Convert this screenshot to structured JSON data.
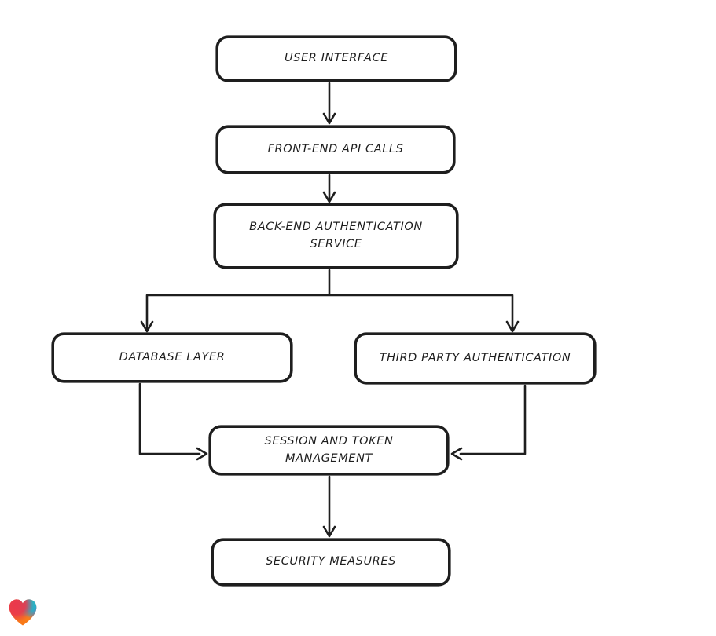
{
  "diagram": {
    "title": "Authentication architecture flowchart",
    "background_color": "#ffffff",
    "stroke_color": "#1e1e1e",
    "node_fill_color": "#ffffff",
    "nodes": [
      {
        "id": "user-interface",
        "label": "USER INTERFACE"
      },
      {
        "id": "front-end-api-calls",
        "label": "FRONT-END API CALLS"
      },
      {
        "id": "back-end-authentication-service",
        "label": "BACK-END AUTHENTICATION SERVICE"
      },
      {
        "id": "database-layer",
        "label": "DATABASE LAYER"
      },
      {
        "id": "third-party-authentication",
        "label": "THIRD PARTY AUTHENTICATION"
      },
      {
        "id": "session-and-token-management",
        "label": "SESSION AND TOKEN MANAGEMENT"
      },
      {
        "id": "security-measures",
        "label": "SECURITY MEASURES"
      }
    ],
    "edges": [
      {
        "from": "user-interface",
        "to": "front-end-api-calls",
        "arrow": "down"
      },
      {
        "from": "front-end-api-calls",
        "to": "back-end-authentication-service",
        "arrow": "down"
      },
      {
        "from": "back-end-authentication-service",
        "to": "database-layer",
        "arrow": "down"
      },
      {
        "from": "back-end-authentication-service",
        "to": "third-party-authentication",
        "arrow": "down"
      },
      {
        "from": "database-layer",
        "to": "session-and-token-management",
        "arrow": "right"
      },
      {
        "from": "third-party-authentication",
        "to": "session-and-token-management",
        "arrow": "left"
      },
      {
        "from": "session-and-token-management",
        "to": "security-measures",
        "arrow": "down"
      }
    ]
  },
  "watermark": {
    "name": "gradient-heart-logo",
    "colors": {
      "red": "#ea384c",
      "teal": "#23b5c9",
      "blue": "#4f5be5",
      "orange": "#f7941f",
      "orange_deep": "#f97316"
    }
  }
}
